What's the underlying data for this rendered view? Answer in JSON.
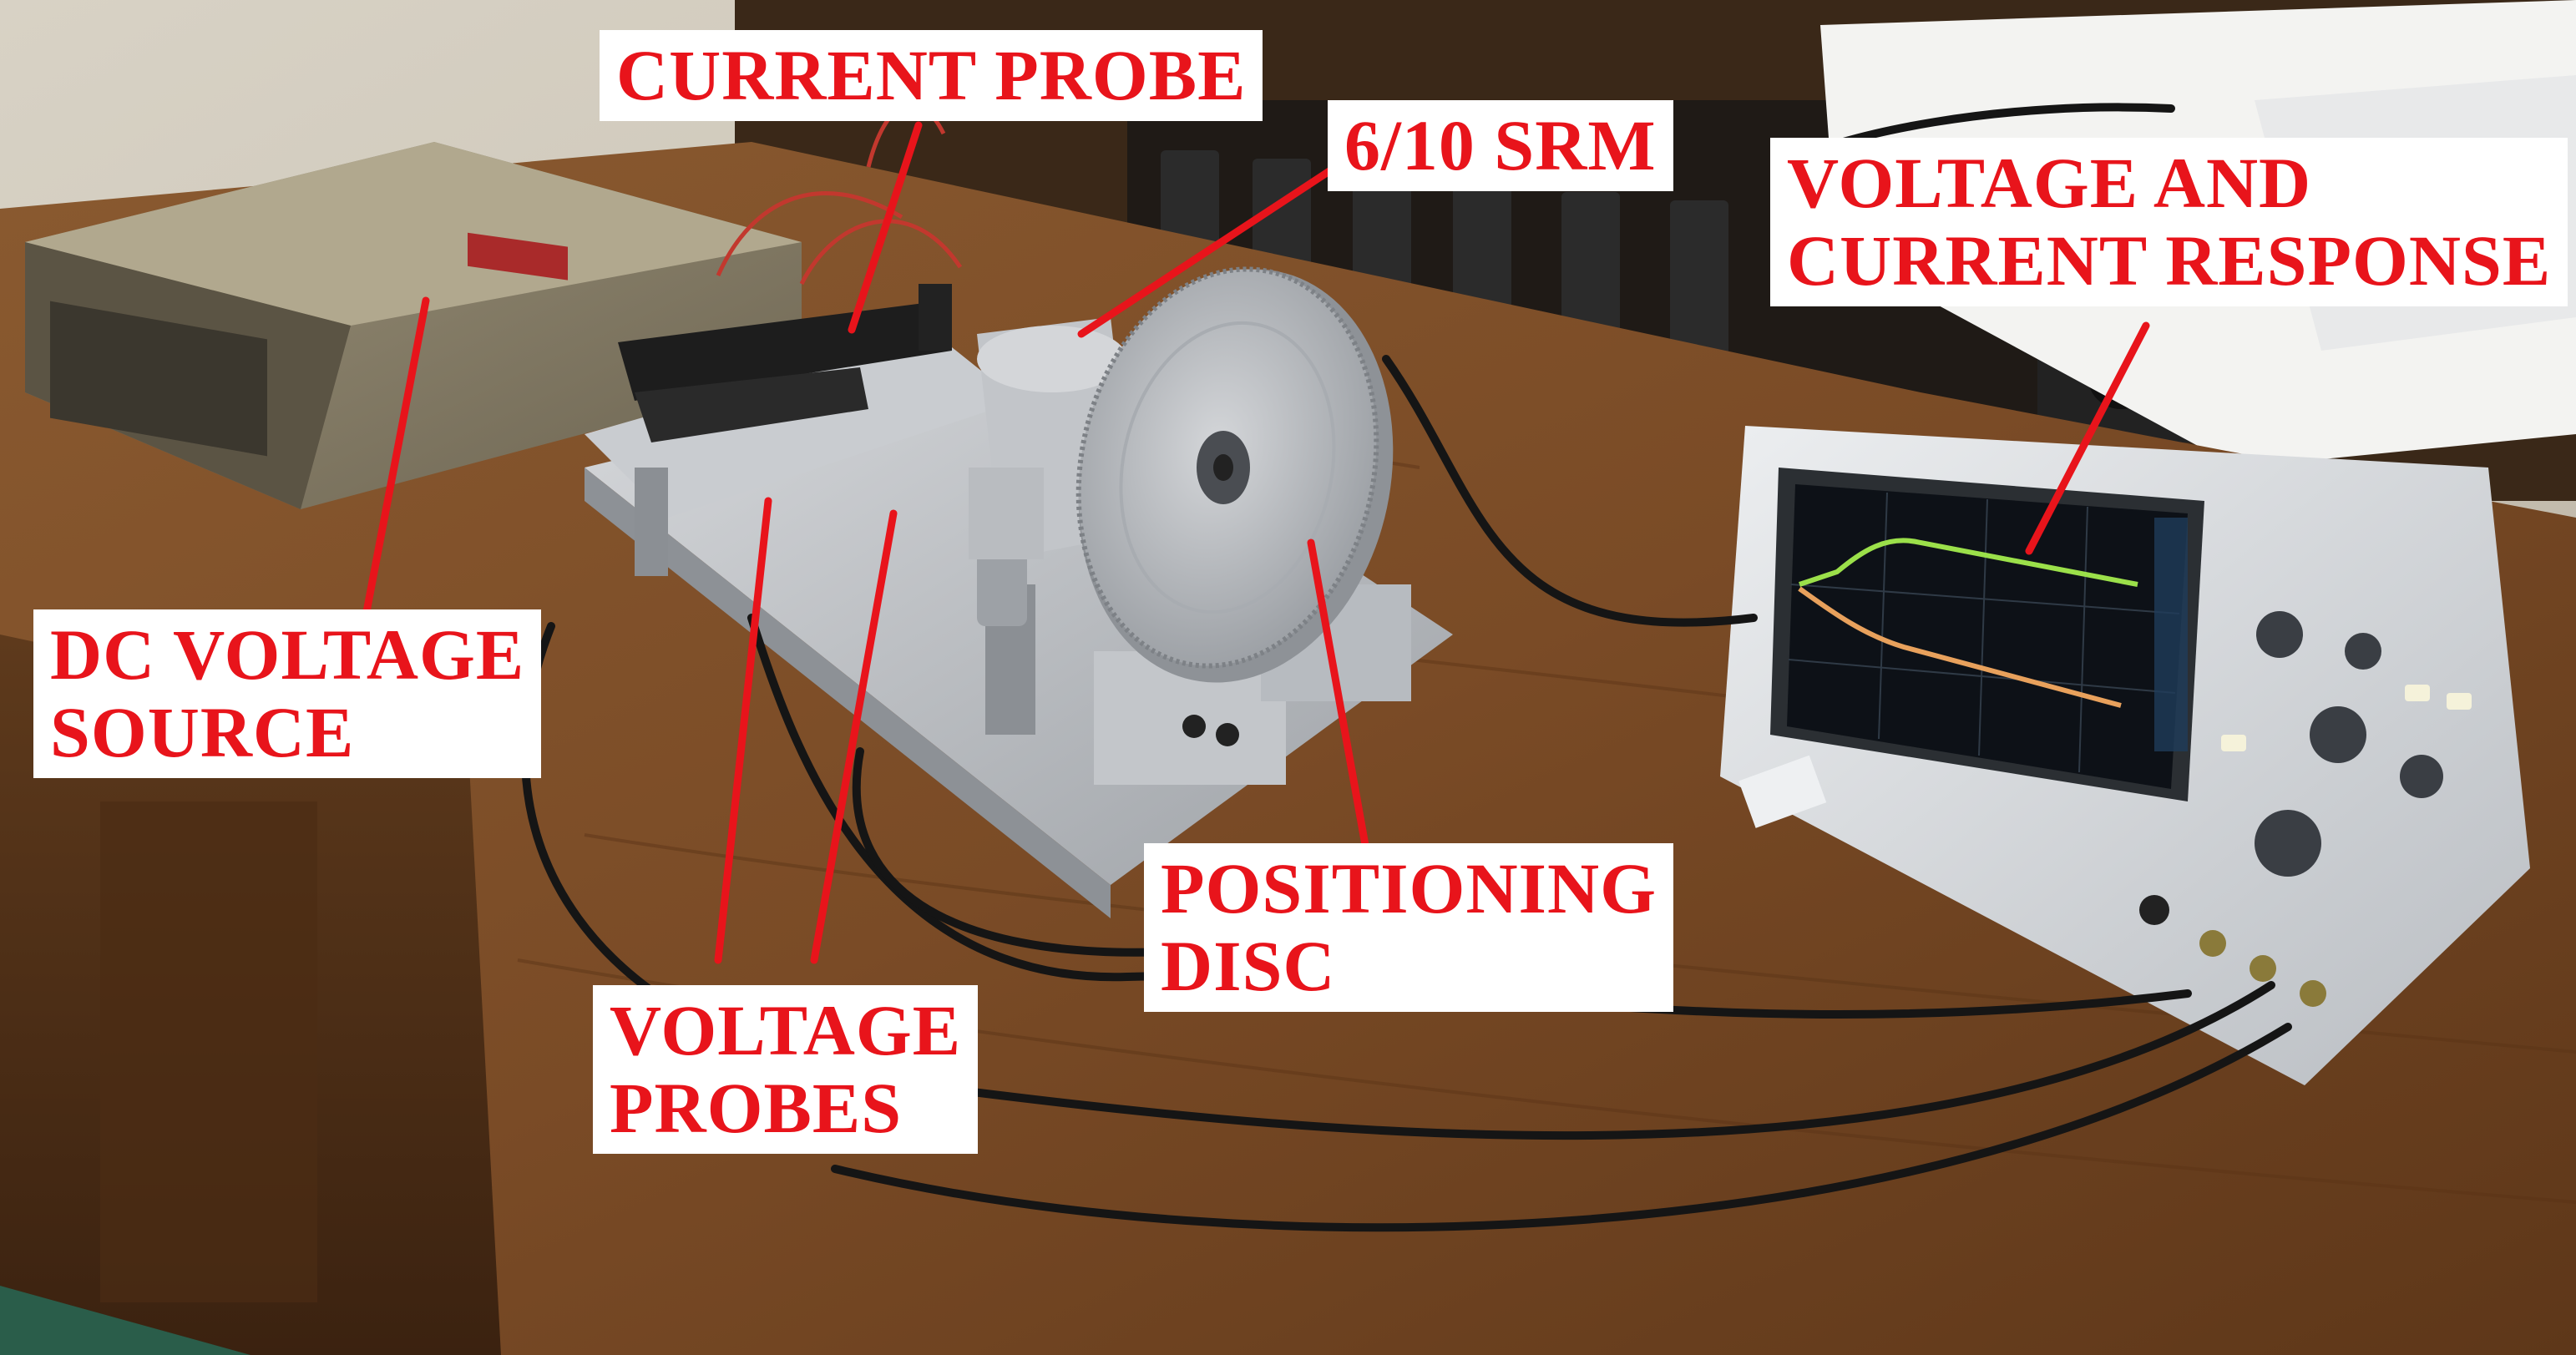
{
  "palette": {
    "label_text": "#e8141b",
    "label_background": "#ffffff",
    "pointer_line": "#e8141b",
    "wall": "#cfc9bd",
    "bench_wood": "#7a4b26",
    "bench_wood_dark": "#4a2a12",
    "aluminium": "#bfc2c6",
    "oscilloscope_body": "#d9dbde",
    "oscilloscope_screen": "#0d1117",
    "trace_green": "#9be04a",
    "trace_orange": "#e8a15c"
  },
  "labels": {
    "current_probe": "CURRENT PROBE",
    "srm": "6/10 SRM",
    "response_line1": "VOLTAGE AND",
    "response_line2": "CURRENT RESPONSE",
    "dc_source_line1": "DC VOLTAGE",
    "dc_source_line2": "SOURCE",
    "positioning_line1": "POSITIONING",
    "positioning_line2": "DISC",
    "voltage_probes_line1": "VOLTAGE",
    "voltage_probes_line2": "PROBES"
  },
  "icons": {
    "dc_source": "power-supply-icon",
    "current_probe": "clamp-probe-icon",
    "motor": "motor-icon",
    "disc": "disc-icon",
    "oscilloscope": "oscilloscope-icon"
  }
}
